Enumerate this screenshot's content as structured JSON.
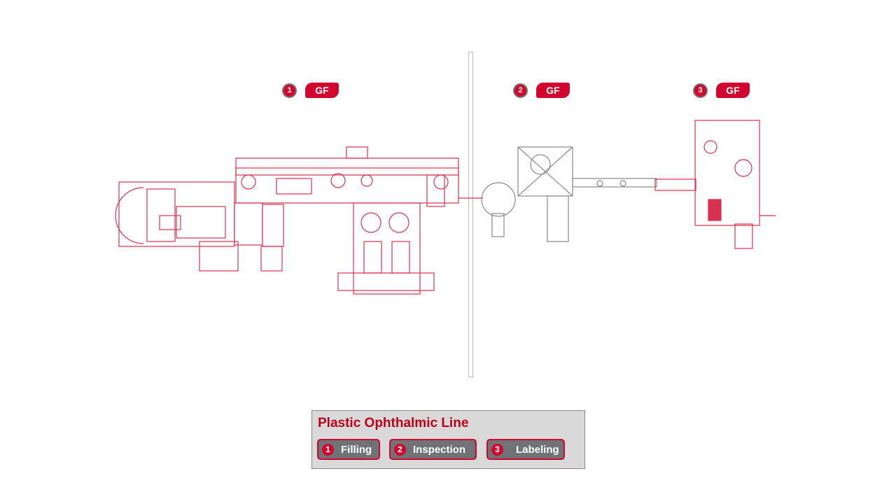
{
  "stations": [
    {
      "number": "1",
      "logo": "GF"
    },
    {
      "number": "2",
      "logo": "GF"
    },
    {
      "number": "3",
      "logo": "GF"
    }
  ],
  "legend": {
    "title": "Plastic Ophthalmic Line",
    "items": [
      {
        "number": "1",
        "label": "Filling"
      },
      {
        "number": "2",
        "label": "Inspection"
      },
      {
        "number": "3",
        "label": "Labeling"
      }
    ]
  },
  "colors": {
    "accent": "#d0062e",
    "machine_red": "#d8314f",
    "machine_gray": "#8a8a8a",
    "legend_bg": "#d9d9d9",
    "button_bg": "#707276"
  }
}
